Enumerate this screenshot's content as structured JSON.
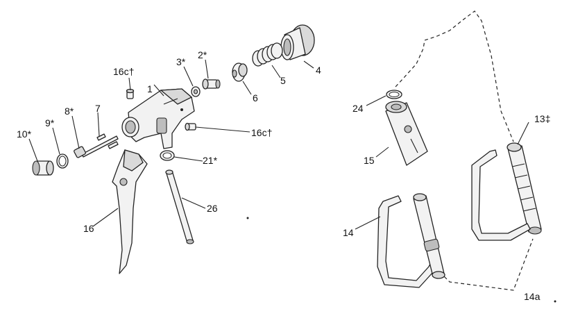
{
  "callouts": {
    "p1": "1",
    "p2": "2*",
    "p3": "3*",
    "p4": "4",
    "p5": "5",
    "p6": "6",
    "p7": "7",
    "p8": "8*",
    "p9": "9*",
    "p10": "10*",
    "p13": "13‡",
    "p14": "14",
    "p14a": "14a",
    "p15": "15",
    "p16": "16",
    "p16c_top": "16c†",
    "p16c_right": "16c†",
    "p21": "21*",
    "p24": "24",
    "p26": "26"
  }
}
